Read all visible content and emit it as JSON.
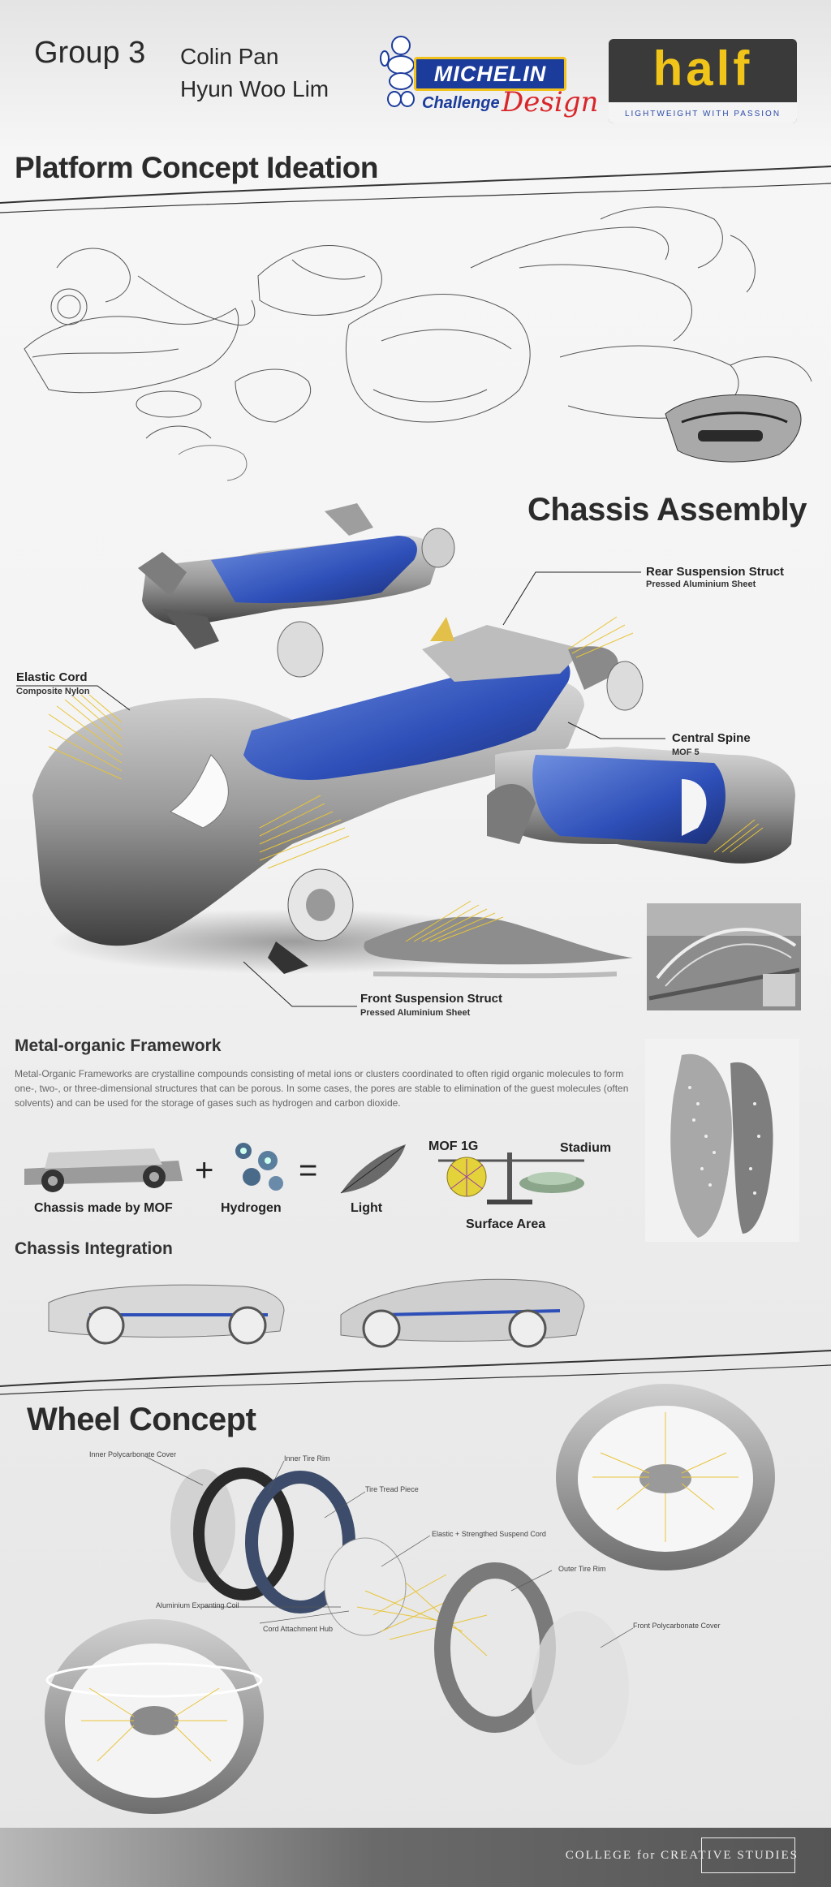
{
  "header": {
    "group": "Group 3",
    "authors": [
      "Colin Pan",
      "Hyun Woo Lim"
    ],
    "michelin": {
      "brand": "MICHELIN",
      "challenge": "Challenge",
      "design": "Design"
    },
    "half": {
      "word": "half",
      "tagline": "LIGHTWEIGHT WITH PASSION"
    }
  },
  "platform": {
    "title": "Platform Concept Ideation"
  },
  "chassis": {
    "title": "Chassis Assembly",
    "callouts": {
      "rear": {
        "title": "Rear Suspension Struct",
        "sub": "Pressed Aluminium Sheet"
      },
      "elastic": {
        "title": "Elastic Cord",
        "sub": "Composite Nylon"
      },
      "spine": {
        "title": "Central Spine",
        "sub": "MOF 5"
      },
      "front": {
        "title": "Front Suspension Struct",
        "sub": "Pressed Aluminium Sheet"
      }
    }
  },
  "mof": {
    "title": "Metal-organic Framework",
    "body": "Metal-Organic Frameworks are crystalline compounds consisting of metal ions or clusters coordinated to often rigid organic molecules to form one-, two-, or three-dimensional structures that can be porous. In some cases, the pores are stable to elimination of the guest molecules (often solvents) and can be used for the storage of gases such as hydrogen and carbon dioxide.",
    "equation": {
      "chassis": "Chassis made by MOF",
      "plus": "+",
      "hydrogen": "Hydrogen",
      "equals": "=",
      "light": "Light",
      "mof1g": "MOF 1G",
      "stadium": "Stadium",
      "surface": "Surface Area"
    }
  },
  "integration": {
    "title": "Chassis Integration"
  },
  "wheel": {
    "title": "Wheel Concept",
    "labels": {
      "inner_cover": "Inner Polycarbonate Cover",
      "inner_rim": "Inner Tire Rim",
      "tread": "Tire Tread Piece",
      "elastic": "Elastic + Strengthed Suspend Cord",
      "coil": "Aluminium Expanting Coil",
      "outer_rim": "Outer Tire Rim",
      "hub": "Cord Attachment Hub",
      "front_cover": "Front Polycarbonate Cover"
    }
  },
  "footer": {
    "college": "COLLEGE for CREATIVE STUDIES"
  },
  "colors": {
    "accent_blue": "#2e4fb8",
    "cord_yellow": "#e8c43a",
    "michelin_blue": "#1c3c9c",
    "michelin_yellow": "#f2c21c",
    "half_yellow": "#f0c418"
  }
}
